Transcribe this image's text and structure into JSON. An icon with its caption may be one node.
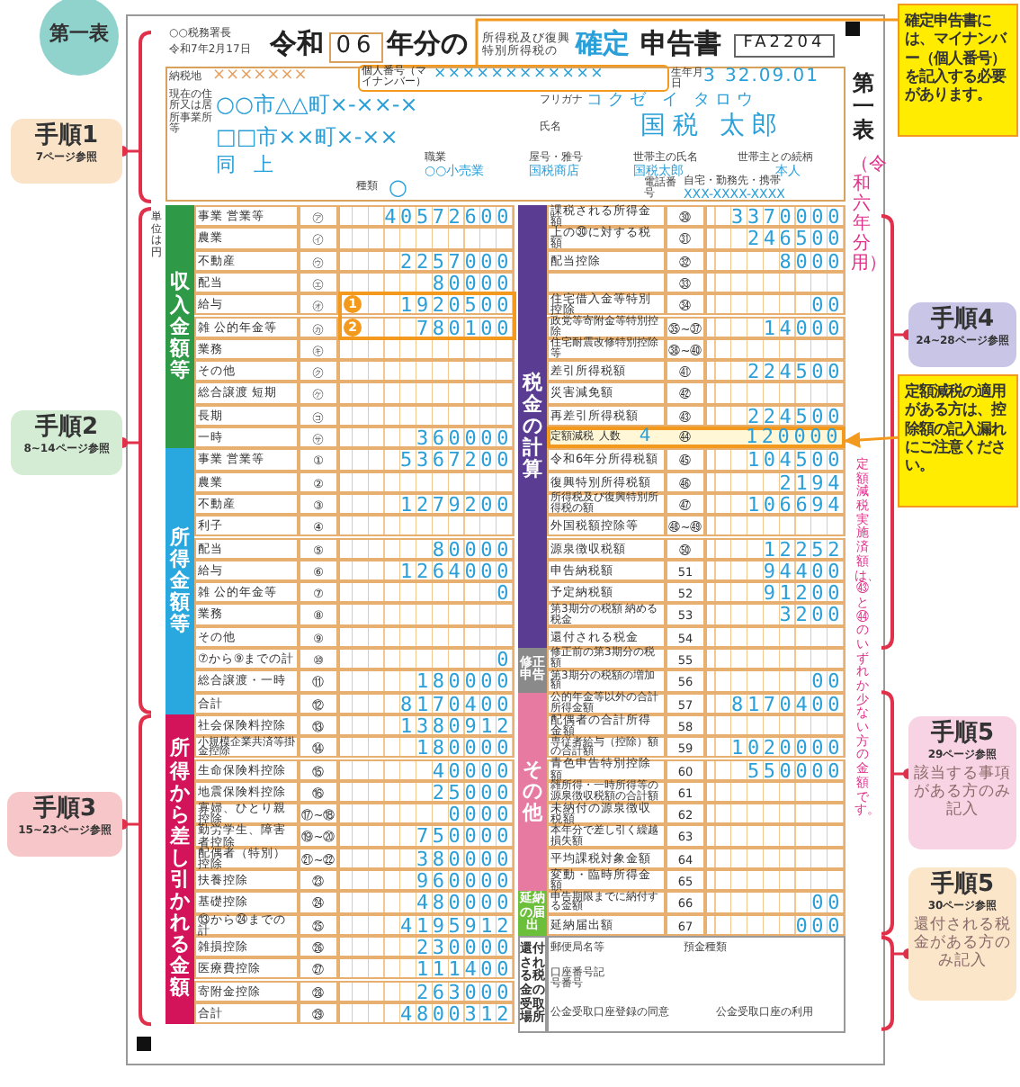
{
  "diagram": {
    "nodes": [
      {
        "text": [
          "手順1",
          "7ページ参照"
        ]
      },
      {
        "text": [
          "手順2",
          "8~14ページ参照"
        ]
      },
      {
        "text": [
          "手順3",
          "15~23ページ参照"
        ]
      },
      {
        "text": [
          "手順4",
          "24~28ページ参照"
        ]
      },
      {
        "text": [
          "手順5",
          "29ページ参照",
          "該当する事項がある方のみ記入"
        ]
      },
      {
        "text": [
          "手順5",
          "30ページ参照",
          "還付される税金がある方のみ記入"
        ]
      },
      {
        "text": [
          "確定申告書には、マイナンバー（個人番号）を記入する必要があります。"
        ]
      },
      {
        "text": [
          "定額減税の適用がある方は、控除額の記入漏れにご注意ください。"
        ]
      },
      {
        "text": [
          "個人番号（マイナンバー）",
          "××××××××××××"
        ]
      },
      {
        "text": [
          "定額減税",
          "人数",
          "4",
          "㊹",
          "120000"
        ]
      },
      {
        "text": [
          "収入金額等"
        ]
      },
      {
        "text": [
          "所得金額等"
        ]
      },
      {
        "text": [
          "所得から差し引かれる金額"
        ]
      },
      {
        "text": [
          "税金の計算"
        ]
      },
      {
        "text": [
          "修正申告"
        ]
      },
      {
        "text": [
          "その他"
        ]
      },
      {
        "text": [
          "延納の届出"
        ]
      },
      {
        "text": [
          "還付される税金の受取場所"
        ]
      }
    ],
    "edges": [
      {
        "from": 0,
        "to": null,
        "arrow": "other"
      },
      {
        "from": 1,
        "to": null,
        "arrow": "other"
      },
      {
        "from": 2,
        "to": null,
        "arrow": "other"
      },
      {
        "from": 3,
        "to": null,
        "arrow": "other"
      },
      {
        "from": 4,
        "to": null,
        "arrow": "other"
      },
      {
        "from": 5,
        "to": null,
        "arrow": "other"
      },
      {
        "from": 6,
        "to": 8,
        "arrow": "none",
        "color": "#f39a1e"
      },
      {
        "from": 7,
        "to": 9,
        "arrow": "to",
        "color": "#f39a1e"
      }
    ],
    "labels": [
      "第一表",
      "○○税務署長",
      "令和7年2月17日",
      "令和",
      "06",
      "年分の",
      "所得税及び復興特別所得税の",
      "確定",
      "申告書",
      "FA2204",
      "納税地",
      "×××××××",
      "生年月日",
      "3",
      "32.09.01",
      "現在の住所又は居所事業所等",
      "○○市△△町×-××-×",
      "□□市××町×-××",
      "フリガナ",
      "コクゼ イ タロウ",
      "氏名",
      "国税 太郎",
      "同上",
      "職業",
      "○○小売業",
      "屋号・雅号",
      "国税商店",
      "世帯主の氏名",
      "国税太郎",
      "世帯主との続柄",
      "本人",
      "種類",
      "○",
      "電話番号",
      "自宅・勤務先・携帯",
      "XXX-XXXX-XXXX",
      "単位は円",
      "第一表",
      "（令和六年分用）",
      "定額減税実施済額は、㊸と㊹のいずれか少ない方の金額です。",
      "1",
      "2",
      "公金受取口座登録の同意",
      "公金受取口座の利用",
      "郵便局名等",
      "預金種類",
      "口座番号記号番号",
      "事業 営業等",
      "㋐",
      "40572600",
      "農業",
      "㋑",
      "不動産",
      "㋒",
      "2257000",
      "配当",
      "㋓",
      "80000",
      "給与",
      "㋔",
      "1920500",
      "雑 公的年金等",
      "㋕",
      "780100",
      "業務",
      "㋖",
      "その他",
      "㋗",
      "総合譲渡 短期",
      "㋘",
      "長期",
      "㋙",
      "一時",
      "㋚",
      "360000",
      "事業 営業等",
      "①",
      "5367200",
      "農業",
      "②",
      "不動産",
      "③",
      "1279200",
      "利子",
      "④",
      "配当",
      "⑤",
      "80000",
      "給与",
      "⑥",
      "1264000",
      "雑 公的年金等",
      "⑦",
      "0",
      "業務",
      "⑧",
      "その他",
      "⑨",
      "⑦から⑨までの計",
      "⑩",
      "0",
      "総合譲渡・一時",
      "⑪",
      "180000",
      "合計",
      "⑫",
      "8170400",
      "社会保険料控除",
      "⑬",
      "1380912",
      "小規模企業共済等掛金控除",
      "⑭",
      "180000",
      "生命保険料控除",
      "⑮",
      "40000",
      "地震保険料控除",
      "⑯",
      "25000",
      "寡婦、ひとり親控除",
      "⑰~⑱",
      "0000",
      "勤労学生、障害者控除",
      "⑲~⑳",
      "750000",
      "配偶者（特別）控除",
      "㉑~㉒",
      "380000",
      "扶養控除",
      "㉓",
      "960000",
      "基礎控除",
      "㉔",
      "480000",
      "⑬から㉔までの計",
      "㉕",
      "4195912",
      "雑損控除",
      "㉖",
      "230000",
      "医療費控除",
      "㉗",
      "111400",
      "寄附金控除",
      "㉘",
      "263000",
      "合計",
      "㉙",
      "4800312",
      "課税される所得金額",
      "㉚",
      "3370000",
      "上の㉚に対する税額",
      "㉛",
      "246500",
      "配当控除",
      "㉜",
      "8000",
      "㉝",
      "住宅借入金等特別控除",
      "㉞",
      "00",
      "政党等寄附金等特別控除",
      "㉟~㊲",
      "14000",
      "住宅耐震改修特別控除等",
      "㊳~㊵",
      "差引所得税額",
      "㊶",
      "224500",
      "災害減免額",
      "㊷",
      "再差引所得税額",
      "㊸",
      "224500",
      "令和6年分所得税額",
      "㊺",
      "104500",
      "復興特別所得税額",
      "㊻",
      "2194",
      "所得税及び復興特別所得税の額",
      "㊼",
      "106694",
      "外国税額控除等",
      "㊽~㊾",
      "源泉徴収税額",
      "㊿",
      "12252",
      "申告納税額",
      "51",
      "94400",
      "予定納税額",
      "52",
      "91200",
      "第3期分の税額 納める税金",
      "53",
      "3200",
      "還付される税金",
      "54",
      "修正前の第3期分の税額",
      "55",
      "第3期分の税額の増加額",
      "56",
      "00",
      "公的年金等以外の合計所得金額",
      "57",
      "8170400",
      "配偶者の合計所得金額",
      "58",
      "専従者給与（控除）額の合計額",
      "59",
      "1020000",
      "青色申告特別控除額",
      "60",
      "550000",
      "雑所得・一時所得等の源泉徴収税額の合計額",
      "61",
      "未納付の源泉徴収税額",
      "62",
      "本年分で差し引く繰越損失額",
      "63",
      "平均課税対象金額",
      "64",
      "変動・臨時所得金額",
      "65",
      "申告期限までに納付する金額",
      "66",
      "00",
      "延納届出額",
      "67",
      "000"
    ]
  }
}
